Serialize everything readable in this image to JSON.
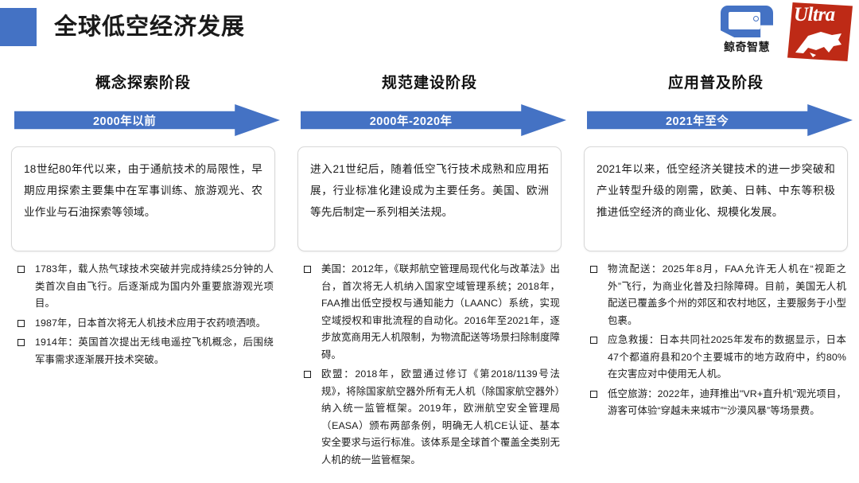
{
  "header": {
    "title": "全球低空经济发展",
    "accent_color": "#4472C4"
  },
  "logos": {
    "brand_cn": "鲸奇智慧",
    "brand_ultra": "Ultra",
    "brand_color_blue": "#4472C4",
    "brand_color_red": "#BE2A16"
  },
  "columns": [
    {
      "phase_title": "概念探索阶段",
      "period": "2000年以前",
      "description": "18世纪80年代以来，由于通航技术的局限性，早期应用探索主要集中在军事训练、旅游观光、农业作业与石油探索等领域。",
      "bullets": [
        "1783年，载人热气球技术突破并完成持续25分钟的人类首次自由飞行。后逐渐成为国内外重要旅游观光项目。",
        "1987年，日本首次将无人机技术应用于农药喷洒喷。",
        "1914年：英国首次提出无线电遥控飞机概念，后围绕军事需求逐渐展开技术突破。"
      ]
    },
    {
      "phase_title": "规范建设阶段",
      "period": "2000年-2020年",
      "description": "进入21世纪后，随着低空飞行技术成熟和应用拓展，行业标准化建设成为主要任务。美国、欧洲等先后制定一系列相关法规。",
      "bullets": [
        "美国：2012年，《联邦航空管理局现代化与改革法》出台，首次将无人机纳入国家空域管理系统；2018年，FAA推出低空授权与通知能力（LAANC）系统，实现空域授权和审批流程的自动化。2016年至2021年，逐步放宽商用无人机限制，为物流配送等场景扫除制度障碍。",
        "欧盟：2018年，欧盟通过修订《第2018/1139号法规》，将除国家航空器外所有无人机（除国家航空器外）纳入统一监管框架。2019年，欧洲航空安全管理局（EASA）颁布两部条例，明确无人机CE认证、基本安全要求与运行标准。该体系是全球首个覆盖全类别无人机的统一监管框架。"
      ]
    },
    {
      "phase_title": "应用普及阶段",
      "period": "2021年至今",
      "description": "2021年以来，低空经济关键技术的进一步突破和产业转型升级的刚需，欧美、日韩、中东等积极推进低空经济的商业化、规模化发展。",
      "bullets": [
        "物流配送：2025年8月，FAA允许无人机在“视距之外”飞行，为商业化普及扫除障碍。目前，美国无人机配送已覆盖多个州的郊区和农村地区，主要服务于小型包裹。",
        "应急救援：日本共同社2025年发布的数据显示，日本47个都道府县和20个主要城市的地方政府中，约80%在灾害应对中使用无人机。",
        "低空旅游：2022年，迪拜推出\"VR+直升机\"观光项目，游客可体验“穿越未来城市”“沙漠风暴”等场景费。"
      ]
    }
  ]
}
